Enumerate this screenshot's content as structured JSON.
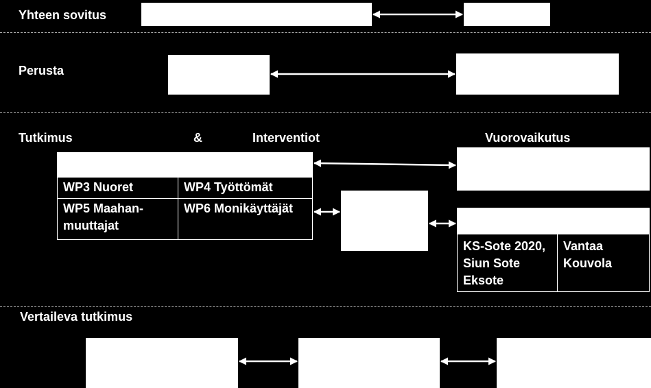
{
  "sections": {
    "coordination": "Yhteen sovitus",
    "foundation": "Perusta",
    "research": "Tutkimus",
    "ampersand": "&",
    "interventions": "Interventiot",
    "interaction": "Vuorovaikutus",
    "comparative": "Vertaileva tutkimus"
  },
  "work_packages": {
    "wp3": "WP3 Nuoret",
    "wp4": "WP4 Työttömät",
    "wp5": "WP5 Maahan-\nmuuttajat",
    "wp6": "WP6 Monikäyttäjät"
  },
  "regions": {
    "left": "KS-Sote 2020,\nSiun Sote\nEksote",
    "right": "Vantaa\nKouvola"
  },
  "colors": {
    "background": "#000000",
    "box": "#ffffff",
    "divider": "#aaaaaa"
  }
}
